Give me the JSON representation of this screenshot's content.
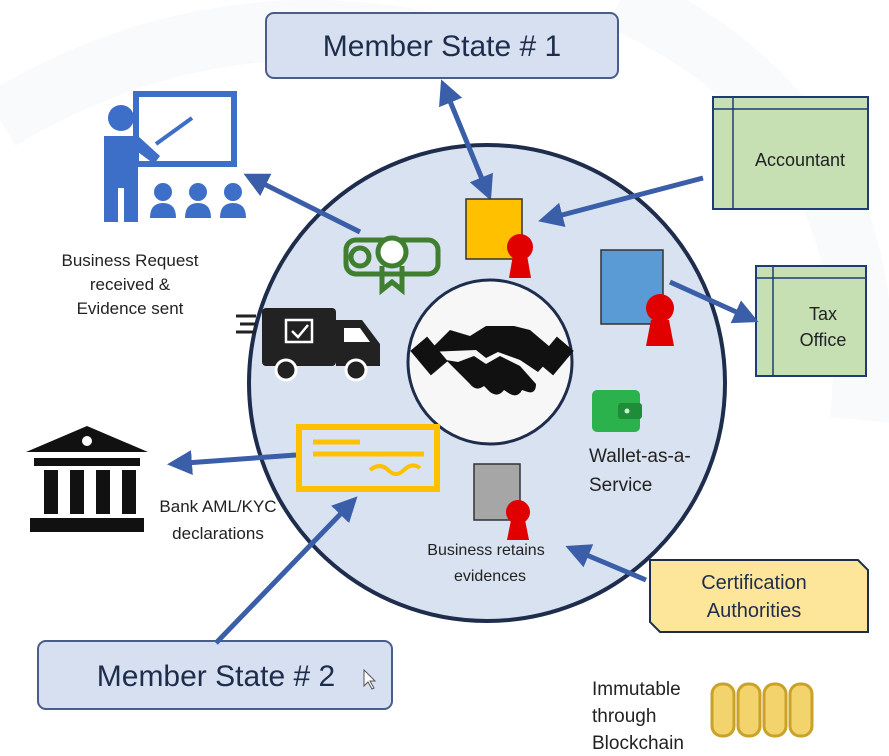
{
  "member_state_1": {
    "label": "Member State # 1"
  },
  "member_state_2": {
    "label": "Member State # 2"
  },
  "accountant": {
    "label": "Accountant"
  },
  "tax_office": {
    "line1": "Tax",
    "line2": "Office"
  },
  "certification_authorities": {
    "line1": "Certification",
    "line2": "Authorities"
  },
  "business_request": {
    "line1": "Business Request",
    "line2": "received &",
    "line3": "Evidence sent"
  },
  "bank": {
    "line1": "Bank AML/KYC",
    "line2": "declarations"
  },
  "wallet": {
    "line1": "Wallet-as-a-",
    "line2": "Service"
  },
  "business_retains": {
    "line1": "Business retains",
    "line2": "evidences"
  },
  "blockchain": {
    "line1": "Immutable",
    "line2": "through",
    "line3": "Blockchain"
  },
  "colors": {
    "circle_fill": "#d9e2f0",
    "circle_stroke": "#1f2d4d",
    "member_box_fill": "#d6e0f0",
    "member_box_stroke": "#4a5d8a",
    "green_box_fill": "#c6e0b4",
    "green_box_stroke": "#1f3a7a",
    "yellow_box_fill": "#fde59a",
    "arrow": "#3a5ea8",
    "doc_yellow": "#ffc000",
    "doc_blue": "#5b9bd5",
    "doc_gray": "#a6a6a6",
    "seal_red": "#e00000",
    "wallet_green": "#2bb24c",
    "cheque_yellow": "#ffc000",
    "diploma_green": "#3f7f2f",
    "presenter_blue": "#3d6fc9"
  },
  "icons": [
    "presenter-icon",
    "diploma-icon",
    "delivery-truck-icon",
    "handshake-icon",
    "wallet-icon",
    "bank-building-icon",
    "cheque-icon",
    "blockchain-coins-icon",
    "mouse-cursor-icon"
  ]
}
